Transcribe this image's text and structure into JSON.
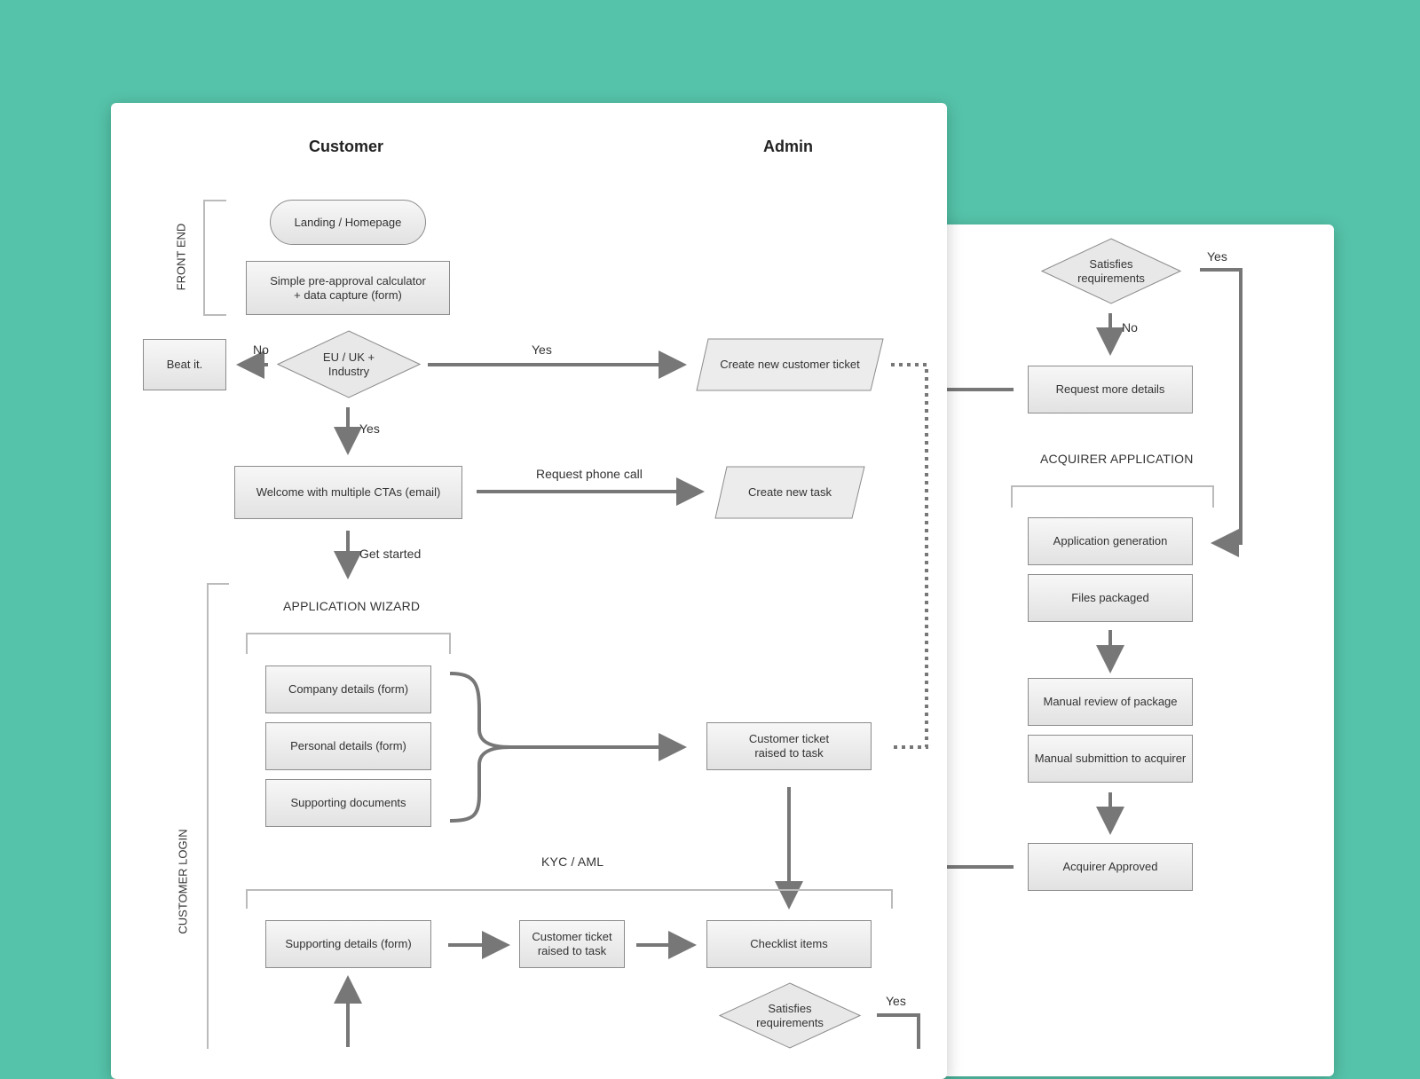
{
  "headings": {
    "customer": "Customer",
    "admin": "Admin"
  },
  "sections": {
    "front_end": "FRONT END",
    "customer_login": "CUSTOMER LOGIN",
    "application_wizard": "APPLICATION WIZARD",
    "kyc_aml": "KYC / AML",
    "acquirer_application": "ACQUIRER APPLICATION"
  },
  "nodes": {
    "landing": "Landing / Homepage",
    "calculator": "Simple pre-approval calculator\n+ data capture (form)",
    "beat_it": "Beat it.",
    "eu_uk": "EU / UK +\nIndustry",
    "create_ticket": "Create new customer ticket",
    "welcome": "Welcome with multiple CTAs (email)",
    "create_task": "Create new task",
    "company_details": "Company details (form)",
    "personal_details": "Personal details (form)",
    "supporting_documents": "Supporting documents",
    "ticket_raised_1": "Customer ticket\nraised to task",
    "supporting_details": "Supporting details (form)",
    "ticket_raised_2": "Customer ticket\nraised to task",
    "checklist": "Checklist items",
    "satisfies_bottom": "Satisfies\nrequirements",
    "satisfies_top": "Satisfies\nrequirements",
    "request_details": "Request more details",
    "app_generation": "Application generation",
    "files_packaged": "Files packaged",
    "manual_review": "Manual review of package",
    "manual_submission": "Manual submittion to acquirer",
    "acquirer_approved": "Acquirer Approved"
  },
  "edge_labels": {
    "no_beat": "No",
    "yes_ticket": "Yes",
    "yes_welcome": "Yes",
    "request_call": "Request phone call",
    "get_started": "Get started",
    "yes_bottom": "Yes",
    "yes_top": "Yes",
    "no_top": "No"
  },
  "colors": {
    "background": "#55c3a9",
    "sheet": "#ffffff",
    "connector": "#777777",
    "bracket": "#bbbbbb"
  }
}
